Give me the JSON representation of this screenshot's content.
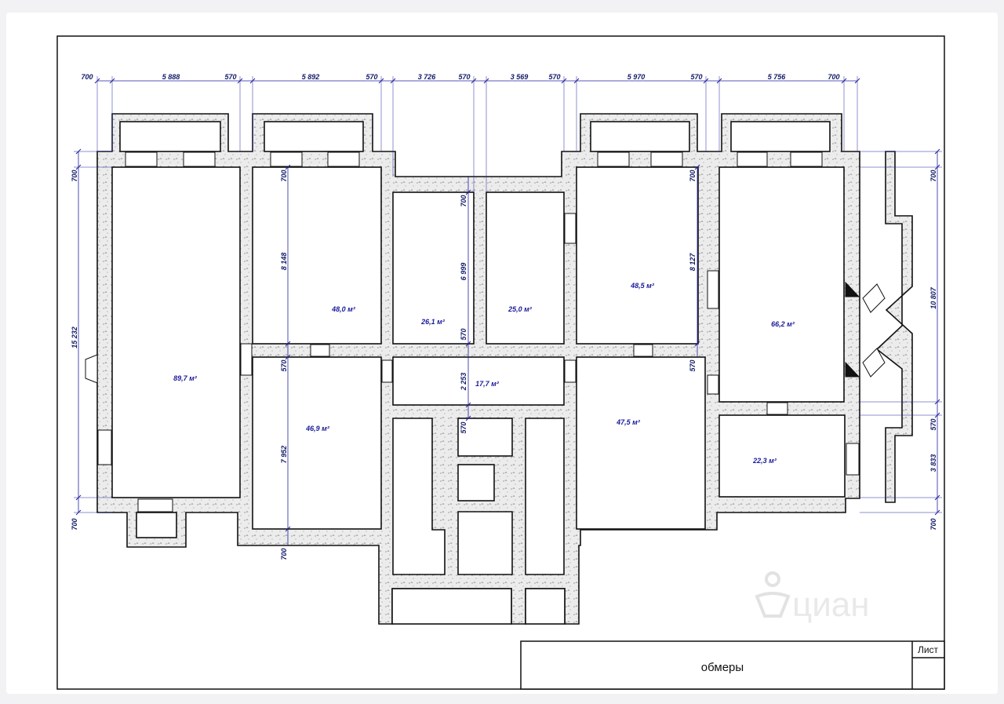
{
  "drawing": {
    "dims_top": [
      "700",
      "5 888",
      "570",
      "5 892",
      "570",
      "3 726",
      "570",
      "3 569",
      "570",
      "5 970",
      "570",
      "5 756",
      "700"
    ],
    "dims_left": [
      "700",
      "15 232",
      "700"
    ],
    "dims_right": [
      "700",
      "10 807",
      "570",
      "3 833",
      "700"
    ],
    "dims_inner": [
      "700",
      "8 148",
      "570",
      "7 952",
      "700",
      "700",
      "6 999",
      "570",
      "2 253",
      "570",
      "700",
      "8 127",
      "570"
    ],
    "rooms": [
      {
        "id": "r1",
        "area": "89,7 м²"
      },
      {
        "id": "r2",
        "area": "48,0 м²"
      },
      {
        "id": "r3",
        "area": "46,9 м²"
      },
      {
        "id": "r4",
        "area": "26,1 м²"
      },
      {
        "id": "r5",
        "area": "25,0 м²"
      },
      {
        "id": "r6",
        "area": "17,7 м²"
      },
      {
        "id": "r7",
        "area": "48,5 м²"
      },
      {
        "id": "r8",
        "area": "47,5 м²"
      },
      {
        "id": "r9",
        "area": "66,2 м²"
      },
      {
        "id": "r10",
        "area": "22,3 м²"
      }
    ]
  },
  "title_block": {
    "title": "обмеры",
    "sheet_label": "Лист"
  },
  "watermark": {
    "text": "циан",
    "icon": "cian-logo-icon"
  }
}
